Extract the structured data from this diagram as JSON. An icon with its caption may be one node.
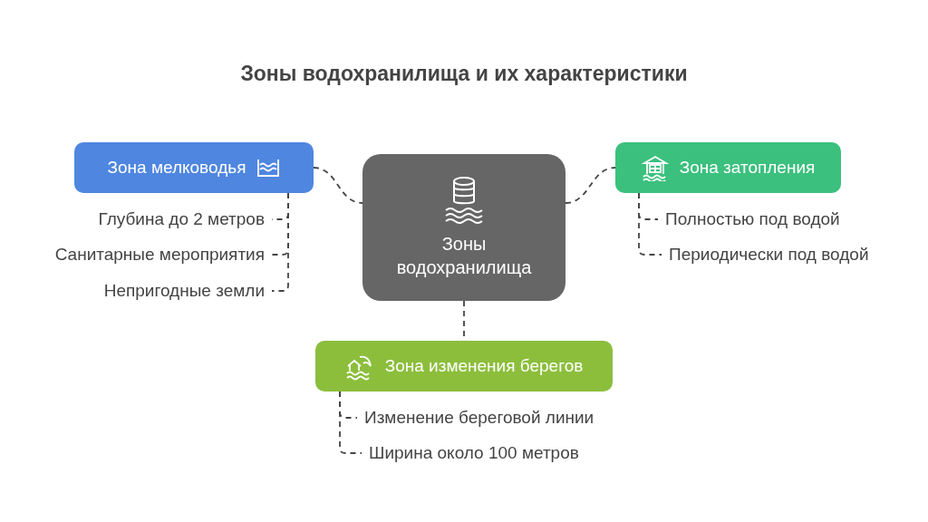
{
  "diagram": {
    "title": "Зоны водохранилища и их характеристики",
    "nodes": [
      {
        "text": [
          "Зоны водохранилища"
        ]
      },
      {
        "text": [
          "Зона мелководья"
        ]
      },
      {
        "text": [
          "Зона затопления"
        ]
      },
      {
        "text": [
          "Зона изменения берегов"
        ]
      },
      {
        "text": [
          "Глубина до 2 метров"
        ]
      },
      {
        "text": [
          "Санитарные мероприятия"
        ]
      },
      {
        "text": [
          "Непригодные земли"
        ]
      },
      {
        "text": [
          "Полностью под водой"
        ]
      },
      {
        "text": [
          "Периодически под водой"
        ]
      },
      {
        "text": [
          "Изменение береговой линии"
        ]
      },
      {
        "text": [
          "Ширина около 100 метров"
        ]
      }
    ],
    "edges": [
      {
        "from": 1,
        "to": 0,
        "arrow": "none",
        "style": "dashed"
      },
      {
        "from": 0,
        "to": 2,
        "arrow": "none",
        "style": "dashed"
      },
      {
        "from": 0,
        "to": 3,
        "arrow": "none",
        "style": "dashed"
      },
      {
        "from": 1,
        "to": 4,
        "arrow": "none",
        "style": "dashed"
      },
      {
        "from": 1,
        "to": 5,
        "arrow": "none",
        "style": "dashed"
      },
      {
        "from": 1,
        "to": 6,
        "arrow": "none",
        "style": "dashed"
      },
      {
        "from": 2,
        "to": 7,
        "arrow": "none",
        "style": "dashed"
      },
      {
        "from": 2,
        "to": 8,
        "arrow": "none",
        "style": "dashed"
      },
      {
        "from": 3,
        "to": 9,
        "arrow": "none",
        "style": "dashed"
      },
      {
        "from": 3,
        "to": 10,
        "arrow": "none",
        "style": "dashed"
      }
    ]
  }
}
